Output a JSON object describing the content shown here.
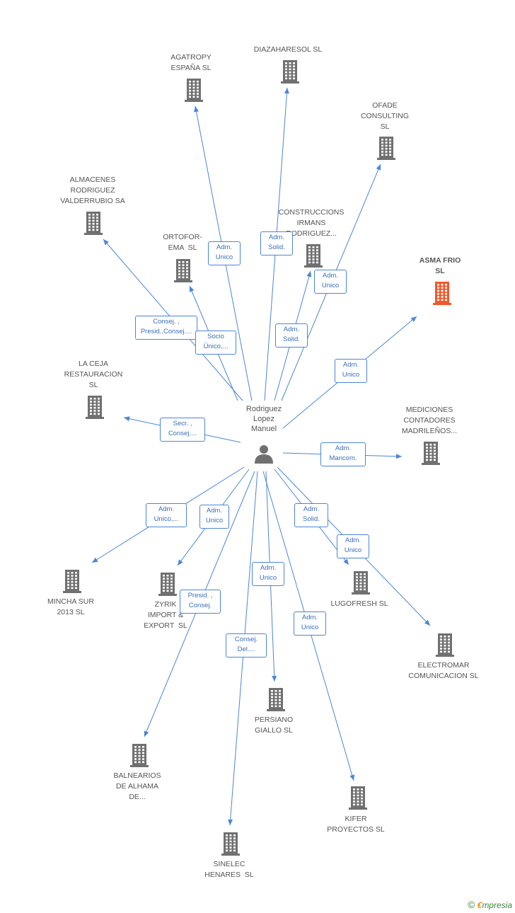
{
  "center": {
    "name": "Rodriguez\nLopez\nManuel"
  },
  "nodes": [
    {
      "id": "agatropy",
      "name": "AGATROPY\nESPAÑA SL",
      "highlight": false
    },
    {
      "id": "diazaharesol",
      "name": "DIAZAHARESOL SL",
      "highlight": false
    },
    {
      "id": "ofade",
      "name": "OFADE\nCONSULTING\nSL",
      "highlight": false
    },
    {
      "id": "almacenes",
      "name": "ALMACENES\nRODRIGUEZ\nVALDERRUBIO SA",
      "highlight": false
    },
    {
      "id": "construccions",
      "name": "CONSTRUCCIONS\nIRMANS\nRODRIGUEZ...",
      "highlight": false
    },
    {
      "id": "ortoforema",
      "name": "ORTOFOR-\nEMA  SL",
      "highlight": false
    },
    {
      "id": "asmafrio",
      "name": "ASMA FRIO\nSL",
      "highlight": true
    },
    {
      "id": "laceja",
      "name": "LA CEJA\nRESTAURACION\nSL",
      "highlight": false
    },
    {
      "id": "mediciones",
      "name": "MEDICIONES\nCONTADORES\nMADRILEÑOS...",
      "highlight": false
    },
    {
      "id": "mincha",
      "name": "MINCHA SUR\n2013 SL",
      "highlight": false
    },
    {
      "id": "zyrik",
      "name": "ZYRIK\nIMPORT &\nEXPORT  SL",
      "highlight": false
    },
    {
      "id": "lugofresh",
      "name": "LUGOFRESH SL",
      "highlight": false
    },
    {
      "id": "electromar",
      "name": "ELECTROMAR\nCOMUNICACION SL",
      "highlight": false
    },
    {
      "id": "persiano",
      "name": "PERSIANO\nGIALLO SL",
      "highlight": false
    },
    {
      "id": "balnearios",
      "name": "BALNEARIOS\nDE ALHAMA\nDE...",
      "highlight": false
    },
    {
      "id": "kifer",
      "name": "KIFER\nPROYECTOS SL",
      "highlight": false
    },
    {
      "id": "sinelec",
      "name": "SINELEC\nHENARES  SL",
      "highlight": false
    }
  ],
  "edge_labels": [
    {
      "id": "agatropy",
      "text": "Adm.\nUnico"
    },
    {
      "id": "diazaharesol",
      "text": "Adm.\nSolid."
    },
    {
      "id": "construccions",
      "text": "Adm.\nSolid."
    },
    {
      "id": "ofade",
      "text": "Adm.\nUnico"
    },
    {
      "id": "almacenes",
      "text": "Consej. ,\nPresid.,Consej...."
    },
    {
      "id": "ortoforema",
      "text": "Socio\nÚnico,..."
    },
    {
      "id": "asmafrio",
      "text": "Adm.\nUnico"
    },
    {
      "id": "laceja",
      "text": "Secr. ,\nConsej...."
    },
    {
      "id": "mediciones",
      "text": "Adm.\nMancom."
    },
    {
      "id": "mincha",
      "text": "Adm.\nUnico,..."
    },
    {
      "id": "zyrik",
      "text": "Adm.\nUnico"
    },
    {
      "id": "lugofresh",
      "text": "Adm.\nSolid."
    },
    {
      "id": "electromar",
      "text": "Adm.\nUnico"
    },
    {
      "id": "persiano",
      "text": "Adm.\nUnico"
    },
    {
      "id": "balnearios",
      "text": "Presid. ,\nConsej."
    },
    {
      "id": "sinelec",
      "text": "Consej.\nDel...."
    },
    {
      "id": "kifer",
      "text": "Adm.\nUnico"
    }
  ],
  "colors": {
    "edge": "#4a86d8",
    "building": "#707070",
    "highlight": "#f0582a",
    "person": "#707070"
  },
  "footer": {
    "copyright": "©",
    "brand_first": "€",
    "brand_rest": "mpresia"
  }
}
